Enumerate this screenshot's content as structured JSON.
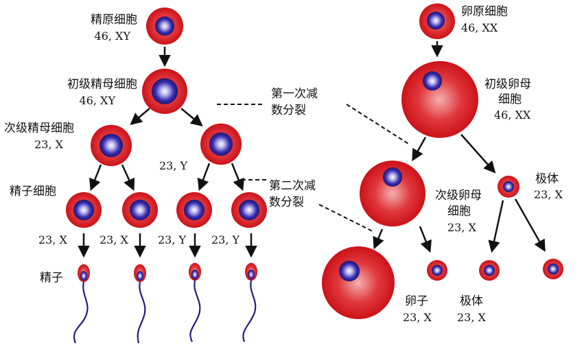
{
  "colors": {
    "cell_outer": "#d7191e",
    "cell_outer_light": "#f0a0a0",
    "nucleus": "#2a1f8c",
    "nucleus_highlight": "#ffffff",
    "arrow": "#111111",
    "dashed": "#111111",
    "sperm_tail": "#1f1f7a"
  },
  "male": {
    "spermatogonium": {
      "name": "精原细胞",
      "karyotype": "46, XY"
    },
    "primary_spermatocyte": {
      "name": "初级精母细胞",
      "karyotype": "46, XY"
    },
    "secondary_spermatocyte": {
      "name": "次级精母细胞",
      "karyotype_left": "23, X",
      "karyotype_right": "23, Y"
    },
    "spermatid": {
      "name": "精子细胞",
      "karyotypes": [
        "23, X",
        "23, X",
        "23, Y",
        "23, Y"
      ]
    },
    "sperm": {
      "name": "精子"
    }
  },
  "female": {
    "oogonium": {
      "name": "卵原细胞",
      "karyotype": "46, XX"
    },
    "primary_oocyte": {
      "name_line1": "初级卵母",
      "name_line2": "细胞",
      "karyotype": "46, XX"
    },
    "secondary_oocyte": {
      "name_line1": "次级卵母",
      "name_line2": "细胞",
      "karyotype": "23, X"
    },
    "first_polar_body": {
      "name": "极体",
      "karyotype": "23, X"
    },
    "ovum": {
      "name": "卵子",
      "karyotype": "23, X"
    },
    "second_polar_body": {
      "name": "极体",
      "karyotype": "23, X"
    }
  },
  "division_labels": {
    "meiosis_1": {
      "line1": "第一次减",
      "line2": "数分裂"
    },
    "meiosis_2": {
      "line1": "第二次减",
      "line2": "数分裂"
    }
  }
}
